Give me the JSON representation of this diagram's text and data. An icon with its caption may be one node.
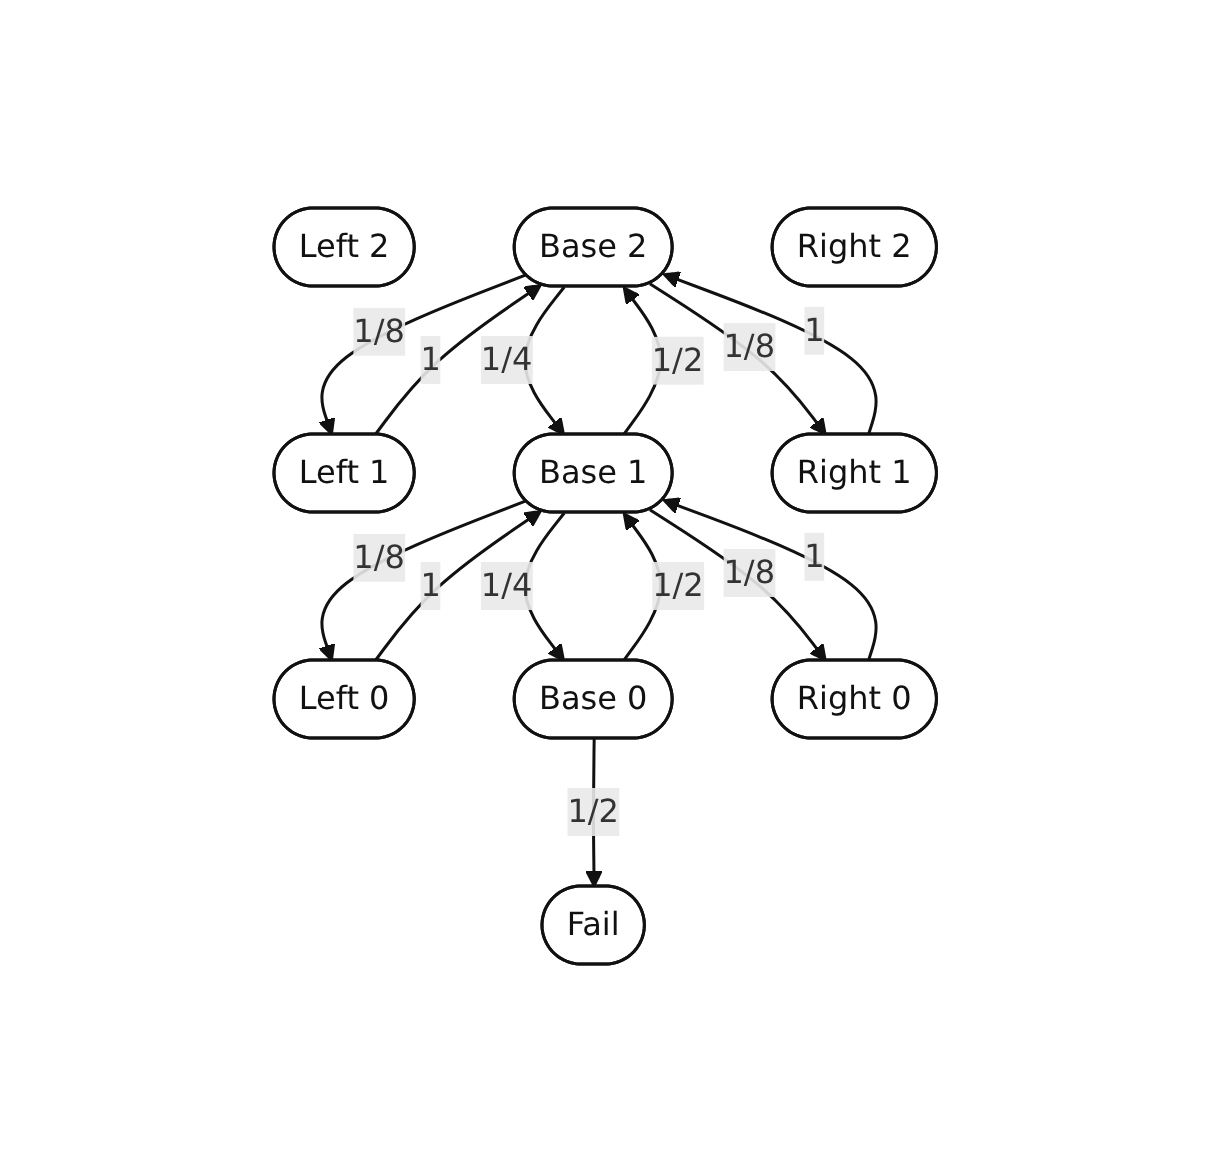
{
  "diagram": {
    "nodes": [
      {
        "text": [
          "Left 2"
        ]
      },
      {
        "text": [
          "Base 2"
        ]
      },
      {
        "text": [
          "Right 2"
        ]
      },
      {
        "text": [
          "Left 1"
        ]
      },
      {
        "text": [
          "Base 1"
        ]
      },
      {
        "text": [
          "Right 1"
        ]
      },
      {
        "text": [
          "Left 0"
        ]
      },
      {
        "text": [
          "Base 0"
        ]
      },
      {
        "text": [
          "Right 0"
        ]
      },
      {
        "text": [
          "Fail"
        ]
      }
    ],
    "edges": [
      {
        "from": 3,
        "to": 1,
        "label": "1",
        "arrow": "to"
      },
      {
        "from": 1,
        "to": 3,
        "label": "1/8",
        "arrow": "to"
      },
      {
        "from": 1,
        "to": 4,
        "label": "1/4",
        "arrow": "to"
      },
      {
        "from": 4,
        "to": 1,
        "label": "1/2",
        "arrow": "to"
      },
      {
        "from": 1,
        "to": 5,
        "label": "1/8",
        "arrow": "to"
      },
      {
        "from": 5,
        "to": 1,
        "label": "1",
        "arrow": "to"
      },
      {
        "from": 6,
        "to": 4,
        "label": "1",
        "arrow": "to"
      },
      {
        "from": 4,
        "to": 6,
        "label": "1/8",
        "arrow": "to"
      },
      {
        "from": 4,
        "to": 7,
        "label": "1/4",
        "arrow": "to"
      },
      {
        "from": 7,
        "to": 4,
        "label": "1/2",
        "arrow": "to"
      },
      {
        "from": 4,
        "to": 8,
        "label": "1/8",
        "arrow": "to"
      },
      {
        "from": 8,
        "to": 4,
        "label": "1",
        "arrow": "to"
      },
      {
        "from": 7,
        "to": 9,
        "label": "1/2",
        "arrow": "to"
      }
    ]
  }
}
